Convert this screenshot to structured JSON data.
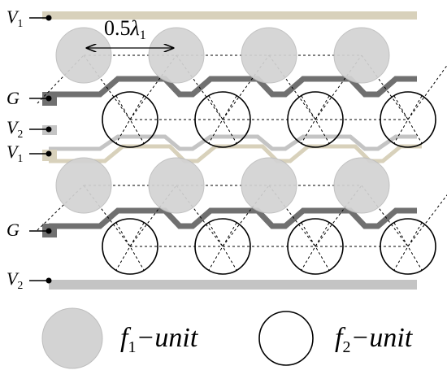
{
  "colors": {
    "v1_line": "#d8d1bb",
    "g_line": "#707070",
    "v2_line": "#c4c4c4",
    "f1_fill": "#d3d3d3",
    "f1_stroke": "#bdbdbd",
    "f2_stroke": "#000000",
    "grid_line": "#000000"
  },
  "labels": {
    "v1": {
      "base": "V",
      "sub": "1"
    },
    "g": "G",
    "v2": {
      "base": "V",
      "sub": "2"
    },
    "dimension": {
      "prefix": "0.5",
      "symbol": "λ",
      "sub": "1"
    }
  },
  "legend": {
    "f1": {
      "base": "f",
      "sub": "1",
      "suffix": "−unit"
    },
    "f2": {
      "base": "f",
      "sub": "2",
      "suffix": "−unit"
    }
  },
  "rows": [
    {
      "id": "row-top",
      "f1_count": 4,
      "f2_count": 4
    },
    {
      "id": "row-bottom",
      "f1_count": 4,
      "f2_count": 4
    }
  ]
}
